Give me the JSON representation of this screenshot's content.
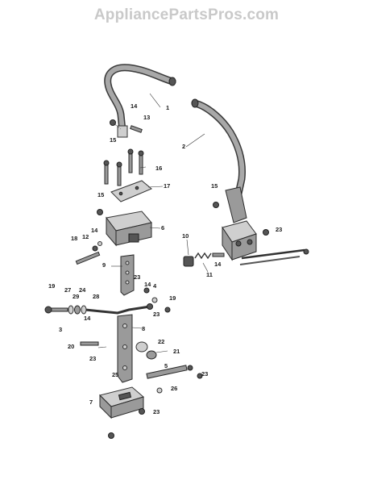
{
  "watermark": "AppliancePartsPros.com",
  "callouts": [
    {
      "id": "c1",
      "text": "1"
    },
    {
      "id": "c2",
      "text": "2"
    },
    {
      "id": "c3",
      "text": "3"
    },
    {
      "id": "c4",
      "text": "4"
    },
    {
      "id": "c5",
      "text": "5"
    },
    {
      "id": "c6",
      "text": "6"
    },
    {
      "id": "c7",
      "text": "7"
    },
    {
      "id": "c8",
      "text": "8"
    },
    {
      "id": "c9",
      "text": "9"
    },
    {
      "id": "c10",
      "text": "10"
    },
    {
      "id": "c11",
      "text": "11"
    },
    {
      "id": "c12",
      "text": "12"
    },
    {
      "id": "c13",
      "text": "13"
    },
    {
      "id": "c14a",
      "text": "14"
    },
    {
      "id": "c14b",
      "text": "14"
    },
    {
      "id": "c14c",
      "text": "14"
    },
    {
      "id": "c14d",
      "text": "14"
    },
    {
      "id": "c14e",
      "text": "14"
    },
    {
      "id": "c15a",
      "text": "15"
    },
    {
      "id": "c15b",
      "text": "15"
    },
    {
      "id": "c15c",
      "text": "15"
    },
    {
      "id": "c16",
      "text": "16"
    },
    {
      "id": "c17",
      "text": "17"
    },
    {
      "id": "c18",
      "text": "18"
    },
    {
      "id": "c19a",
      "text": "19"
    },
    {
      "id": "c19b",
      "text": "19"
    },
    {
      "id": "c20",
      "text": "20"
    },
    {
      "id": "c21",
      "text": "21"
    },
    {
      "id": "c22",
      "text": "22"
    },
    {
      "id": "c23a",
      "text": "23"
    },
    {
      "id": "c23b",
      "text": "23"
    },
    {
      "id": "c23c",
      "text": "23"
    },
    {
      "id": "c23d",
      "text": "23"
    },
    {
      "id": "c23e",
      "text": "23"
    },
    {
      "id": "c23f",
      "text": "23"
    },
    {
      "id": "c24",
      "text": "24"
    },
    {
      "id": "c25",
      "text": "25"
    },
    {
      "id": "c26",
      "text": "26"
    },
    {
      "id": "c27",
      "text": "27"
    },
    {
      "id": "c28",
      "text": "28"
    },
    {
      "id": "c29",
      "text": "29"
    }
  ]
}
